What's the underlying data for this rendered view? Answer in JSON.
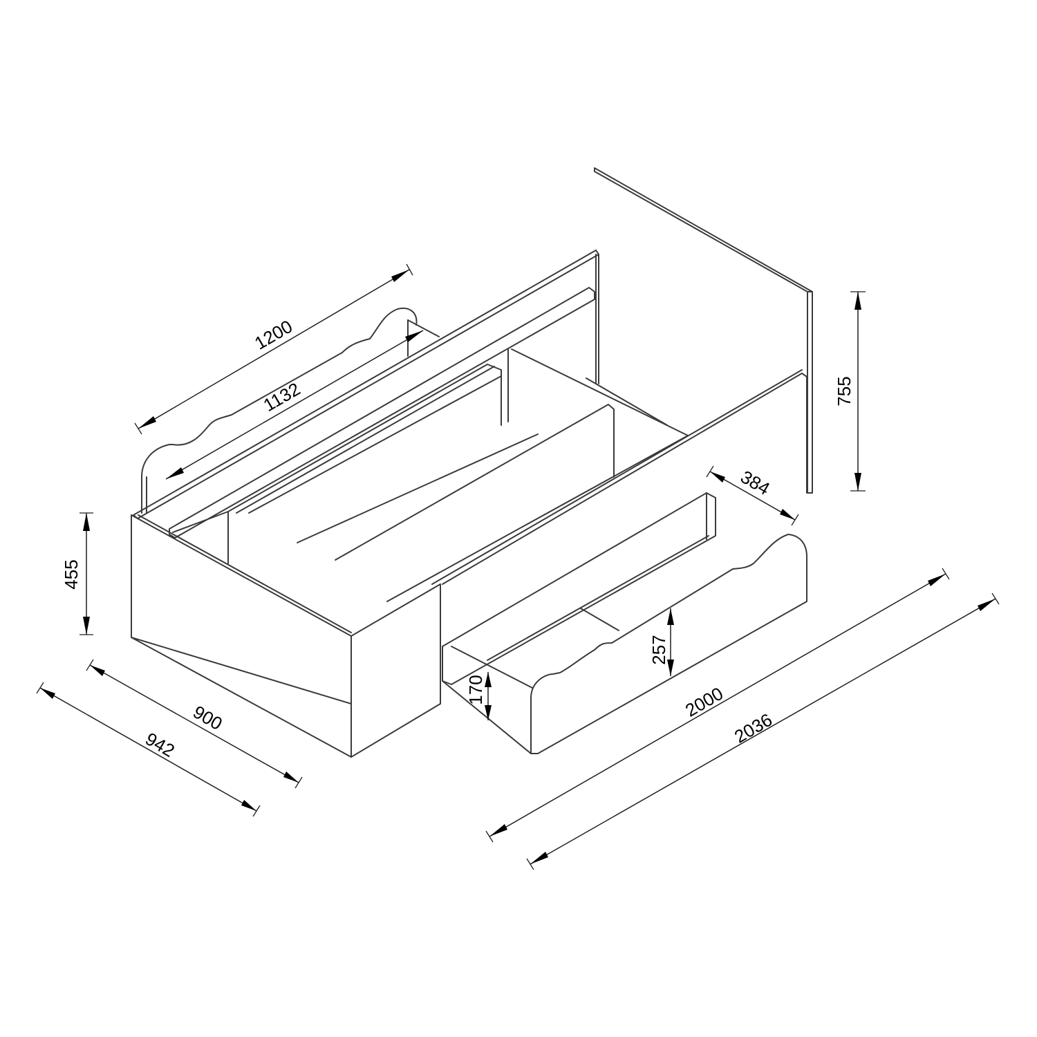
{
  "dimensions": {
    "length_overall": "2036",
    "length_inner": "2000",
    "width_overall": "942",
    "width_inner": "900",
    "height_frame": "455",
    "height_headboard": "755",
    "length_rail": "1200",
    "length_rail_inner": "1132",
    "drawer_depth": "384",
    "drawer_height": "257",
    "drawer_front_height": "170"
  },
  "colors": {
    "line": "#3a3a3a",
    "dimension": "#1e1e1e",
    "background": "#ffffff"
  }
}
